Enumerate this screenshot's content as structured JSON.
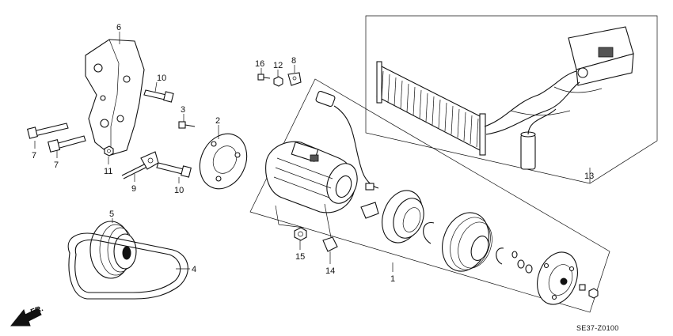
{
  "diagram": {
    "code": "SE37-Z0100",
    "direction_label": "FR."
  },
  "callouts": [
    {
      "id": "c6",
      "text": "6"
    },
    {
      "id": "c10a",
      "text": "10"
    },
    {
      "id": "c3",
      "text": "3"
    },
    {
      "id": "c2",
      "text": "2"
    },
    {
      "id": "c7a",
      "text": "7"
    },
    {
      "id": "c7b",
      "text": "7"
    },
    {
      "id": "c11",
      "text": "11"
    },
    {
      "id": "c9",
      "text": "9"
    },
    {
      "id": "c10b",
      "text": "10"
    },
    {
      "id": "c16",
      "text": "16"
    },
    {
      "id": "c12",
      "text": "12"
    },
    {
      "id": "c8",
      "text": "8"
    },
    {
      "id": "c13",
      "text": "13"
    },
    {
      "id": "c5",
      "text": "5"
    },
    {
      "id": "c4",
      "text": "4"
    },
    {
      "id": "c15",
      "text": "15"
    },
    {
      "id": "c14",
      "text": "14"
    },
    {
      "id": "c1",
      "text": "1"
    }
  ]
}
